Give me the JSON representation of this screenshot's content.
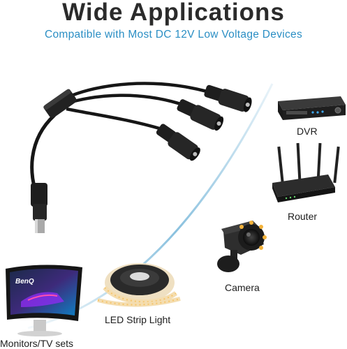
{
  "header": {
    "title": "Wide Applications",
    "subtitle": "Compatible with Most DC 12V Low Voltage Devices"
  },
  "devices": {
    "dvr": "DVR",
    "router": "Router",
    "camera": "Camera",
    "led_strip": "LED Strip Light",
    "monitor": "Monitors/TV sets"
  },
  "monitor_brand": "BenQ",
  "colors": {
    "subtitle": "#2a8ec4",
    "arc": "#2a8ec4",
    "camera_led": "#f3b23a",
    "led_strip": "#f4ddb0"
  },
  "icons": [
    "dc-splitter-cable",
    "dvr-icon",
    "router-icon",
    "security-camera-icon",
    "led-strip-reel-icon",
    "curved-monitor-icon"
  ]
}
